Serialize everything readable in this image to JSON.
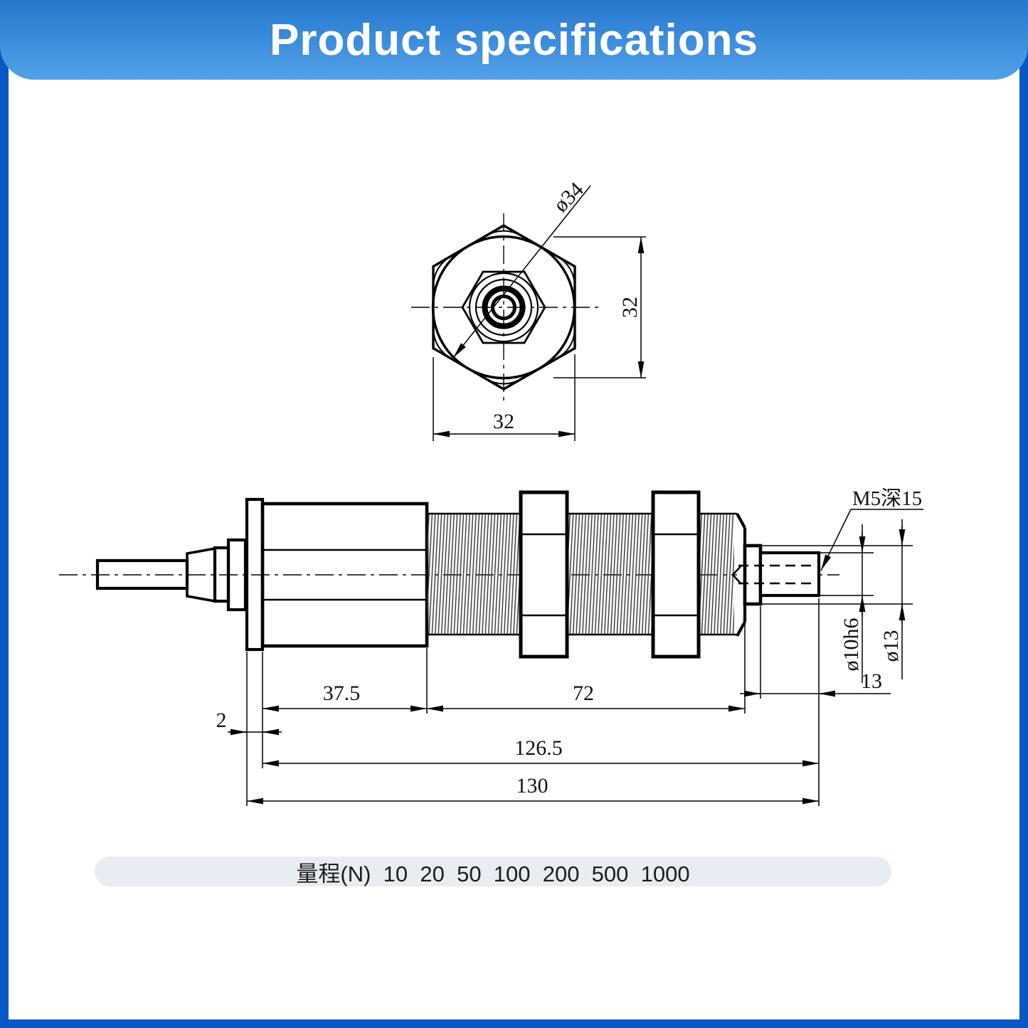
{
  "header": {
    "title": "Product specifications"
  },
  "drawing": {
    "top_view": {
      "diameter_label": "ø34",
      "height_dim": "32",
      "width_dim": "32"
    },
    "side_view": {
      "thread_hole_label": "M5深15",
      "shaft_diameter_label": "ø10h6",
      "collar_diameter_label": "ø13",
      "shaft_length_dim": "13",
      "body_length_dim": "37.5",
      "thread_length_dim": "72",
      "flange_thickness_dim": "2",
      "length_without_flange_dim": "126.5",
      "total_length_dim": "130"
    }
  },
  "range_bar": {
    "label": "量程(N)",
    "values": [
      "10",
      "20",
      "50",
      "100",
      "200",
      "500",
      "1000"
    ],
    "display_text": "量程(N)  10  20  50  100  200  500  1000"
  },
  "colors": {
    "frame": "#0a57c8",
    "header_top": "#2677cf",
    "header_bottom": "#52a1e9",
    "pill_bg": "#e8edf4",
    "pill_text": "#1c1c1e"
  }
}
